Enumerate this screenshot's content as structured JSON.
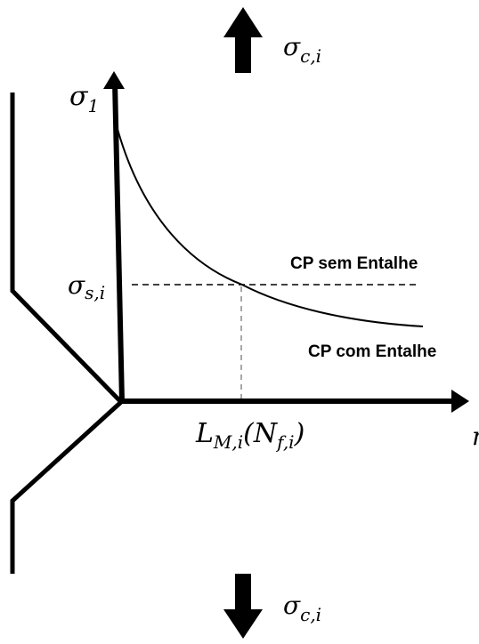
{
  "stress_top": {
    "base": "σ",
    "sub": "c,i"
  },
  "stress_bottom": {
    "base": "σ",
    "sub": "c,i"
  },
  "axis_y": {
    "base": "σ",
    "sub": "1"
  },
  "axis_x_partial": "r",
  "level_label": {
    "base": "σ",
    "sub": "s,i"
  },
  "length_label": {
    "part1": "L",
    "sub1": "M,i",
    "part2": "(N",
    "sub2": "f,i",
    "part3": ")"
  },
  "curve_labels": {
    "unnotched": "CP sem Entalhe",
    "notched": "CP com Entalhe"
  },
  "colors": {
    "ink": "#000000",
    "dashed_guide": "#8a8a8a"
  }
}
